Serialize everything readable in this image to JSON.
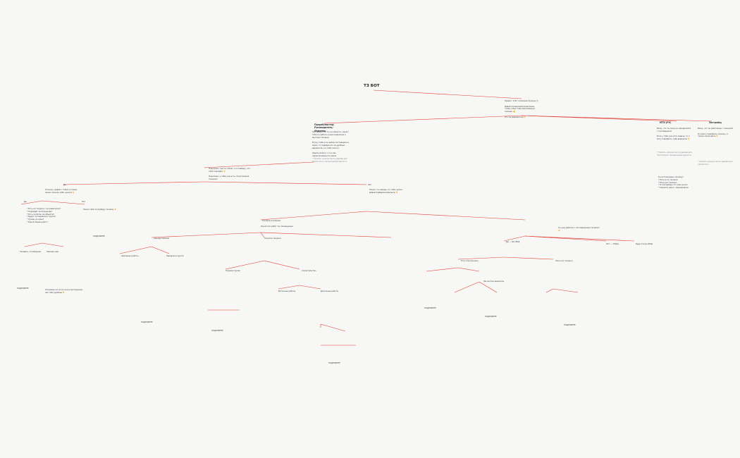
{
  "title": "ТЗ БОТ",
  "root_note": "Привет, я бот компании Русмаш 😊\n\nДавай познакомимся/напомню, чтобы я был тебе максимально полезен 🙂\n\nКто ты (вариантов) 👇",
  "branches": {
    "prorab": {
      "title": "Прораб/мастер/Руководитель/Инженер",
      "note1": "Ну я вижу, что ты на объекте, значит тебе по работе нужна надежная и быстрая техника.\n\nЕсли у тебя есть выбор поставщика и заказ, то подбери его из удобных вариантов, и я тебе помогу.\n\nЗадать вопрос, и ты сам переключаешься в меню.",
      "note2": "* Указать нужную ветку дерева для просмотра и продолжения диалога.",
      "ask": "Подскажи, где ты сейчас, а я подберу, что тебе подойдет 👇\n\nПодскажи, у тебя уже есть строительная техника?",
      "yes": "Да",
      "no": "Нет"
    },
    "mto": {
      "title": "МТО (РУ)",
      "note1": "Вижу, что ты пока не определился с поставщиком.\n\nЕсли у тебя уже есть задача, то я могу подобрать тебе варианты 👇",
      "note2": "* Указать нужную ветку дерева для просмотра и продолжения диалога.",
      "list": "Ты используешь технику?\n* Если есть техника\n* Если нет техники\n* Я сам выберу что мне нужно\n* Свяжите меня с менеджером"
    },
    "other": {
      "title": "Застройщ",
      "note1": "Вижу, что ты работаешь с техникой.\n\nЯ помогу подобрать технику, а также сэкономить 👇",
      "note2": "* Указать нужную ветку дерева для просмотра."
    }
  },
  "left": {
    "q1": "Отлично, давай с тобой уточним, какая техника тебе нужна? 👇",
    "yes": "Да",
    "no": "Нет",
    "checklist": "* Есть ли техника с экскаватором?\n* Подойдёт ли бульдозер?\n* Есть ли бетон на объекте?\n* Будет ли перевозка грунта?\n* Нужен ли кран?\n* Какой объём работ?",
    "ok": "Понял тебя. Я подберу технику 👇",
    "next": "ПОДРОБНЕЕ",
    "a": "Телефон / Сообщение",
    "b": "Напиши нам",
    "mail": "Отправлю на почту или в мессенджер, как тебе удобнее 👇",
    "end": "ПОДРОБНЕЕ"
  },
  "center": {
    "q": "Понял, ты знаешь что тебе нужно. Давай подберём варианты 👇",
    "own": "Техника в наличии",
    "sub1": "Аренда техники",
    "sub2": "Покупка техники",
    "q2": "Какой тип работ ты планируешь?",
    "items": [
      "Земляные работы",
      "Перевозка грунта",
      "Подъём грузов",
      "Строительство",
      "Бетонные работы",
      "Дорожные работы"
    ],
    "more": "ПОДРОБНЕЕ"
  },
  "right": {
    "q": "Ты уже работал с поставщиками техники? 👇",
    "opts": [
      "Да — 50-150ф",
      "Нет — 150ф+",
      "Буду позже 200ф"
    ],
    "t1": "Есть спецтехника",
    "t2": "Пока нет техники",
    "t3": "Рассмотрю варианты",
    "more": "ПОДРОБНЕЕ"
  }
}
